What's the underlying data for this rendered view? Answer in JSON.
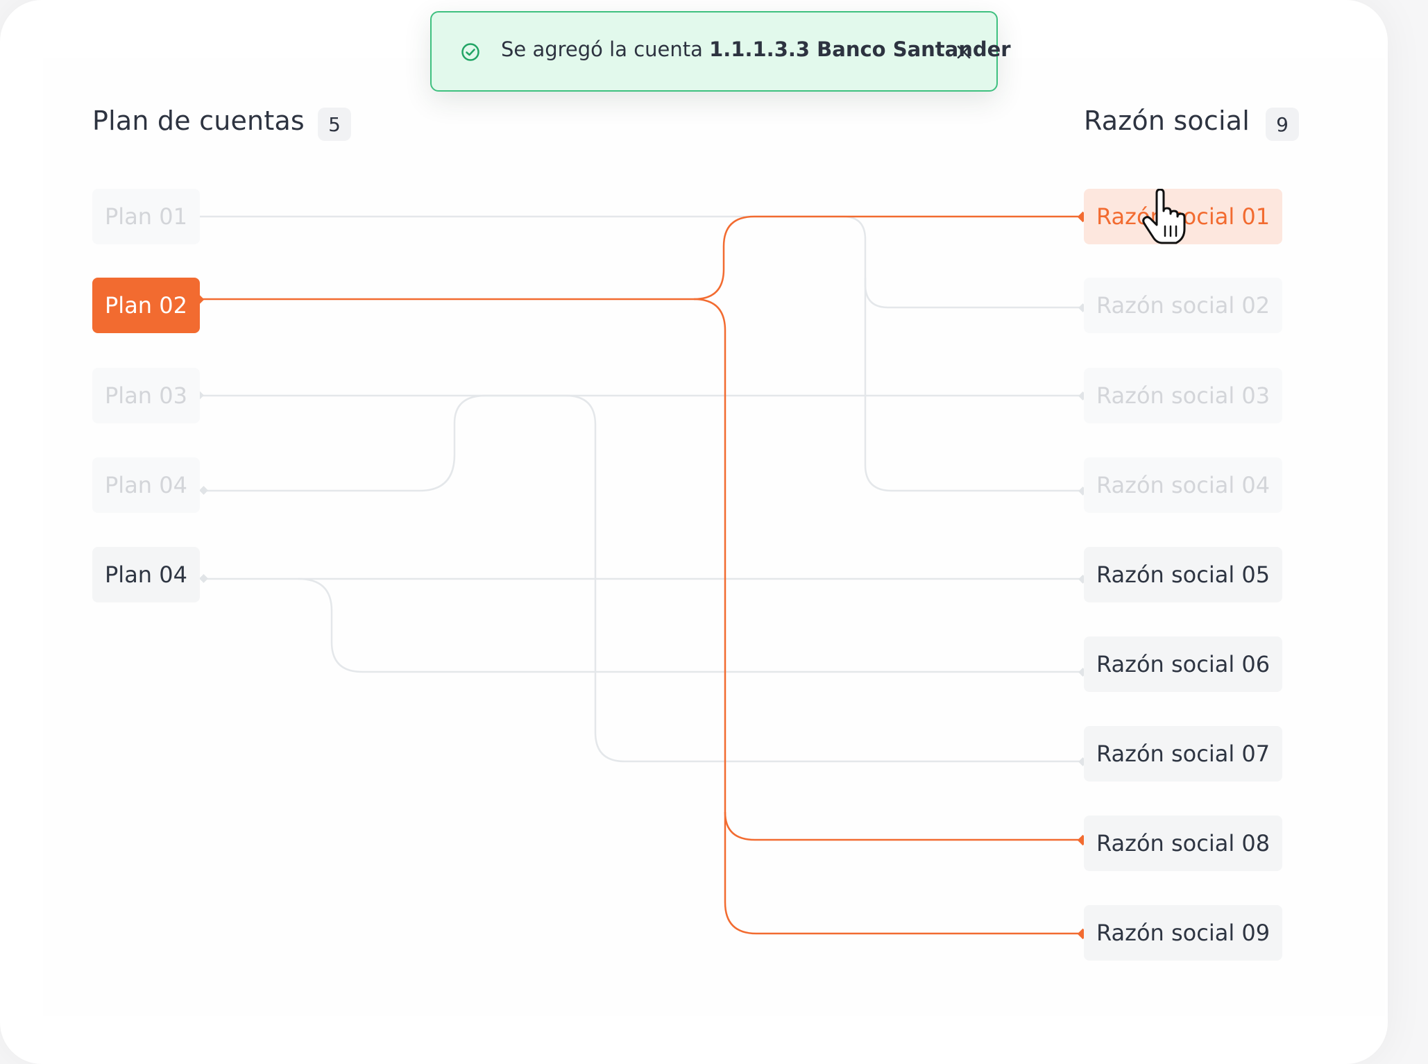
{
  "toast": {
    "message_prefix": "Se agregó la cuenta",
    "message_bold": "1.1.1.3.3 Banco Santander",
    "icon": "check-circle-icon",
    "close_icon": "close-icon"
  },
  "left_column": {
    "title": "Plan de cuentas",
    "count": "5",
    "items": [
      {
        "label": "Plan 01",
        "state": "faded"
      },
      {
        "label": "Plan 02",
        "state": "active"
      },
      {
        "label": "Plan 03",
        "state": "faded"
      },
      {
        "label": "Plan 04",
        "state": "faded"
      },
      {
        "label": "Plan 04",
        "state": "normal"
      }
    ]
  },
  "right_column": {
    "title": "Razón social",
    "count": "9",
    "items": [
      {
        "label": "Razón social 01",
        "state": "highlight"
      },
      {
        "label": "Razón social 02",
        "state": "faded"
      },
      {
        "label": "Razón social 03",
        "state": "faded"
      },
      {
        "label": "Razón social 04",
        "state": "faded"
      },
      {
        "label": "Razón social 05",
        "state": "normal"
      },
      {
        "label": "Razón social 06",
        "state": "normal"
      },
      {
        "label": "Razón social 07",
        "state": "normal"
      },
      {
        "label": "Razón social 08",
        "state": "normal"
      },
      {
        "label": "Razón social 09",
        "state": "normal"
      }
    ]
  },
  "colors": {
    "accent": "#f26b30",
    "connector": "#e4e7ea",
    "toast_border": "#3ec07f",
    "toast_bg": "#e2f9ec"
  },
  "cursor_icon": "hand-pointer-icon"
}
